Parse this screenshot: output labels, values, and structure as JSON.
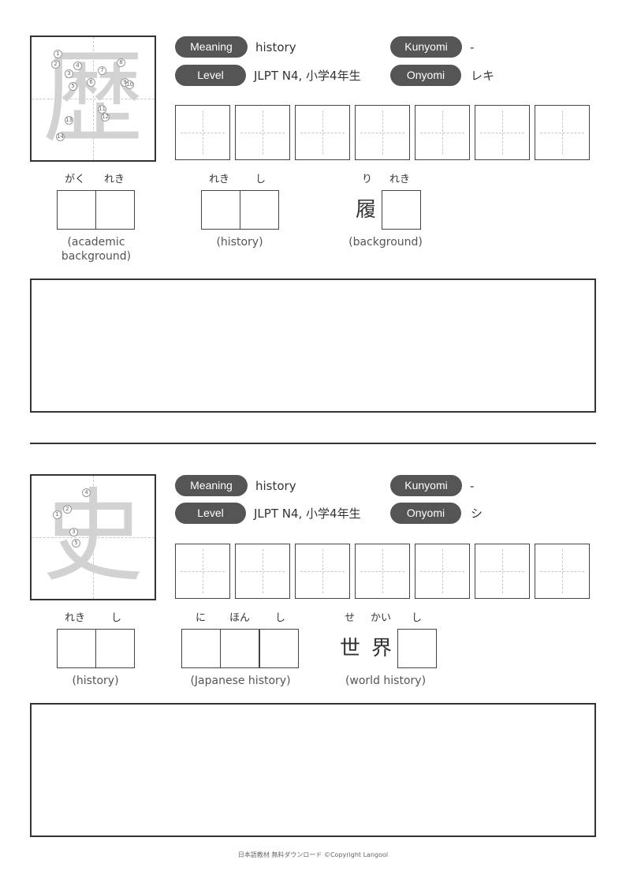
{
  "labels": {
    "meaning": "Meaning",
    "level": "Level",
    "kunyomi": "Kunyomi",
    "onyomi": "Onyomi"
  },
  "cards": [
    {
      "kanji": "歴",
      "meaning": "history",
      "level": "JLPT N4, 小学4年生",
      "kunyomi": "-",
      "onyomi": "レキ",
      "stroke_labels": [
        "1",
        "2",
        "3",
        "4",
        "5",
        "6",
        "7",
        "8",
        "9",
        "10",
        "11",
        "12",
        "13",
        "14"
      ],
      "words": [
        {
          "readings": [
            "がく",
            "れき"
          ],
          "cells": [
            "",
            ""
          ],
          "gloss": "(academic background)"
        },
        {
          "readings": [
            "れき",
            "し"
          ],
          "cells": [
            "",
            ""
          ],
          "gloss": "(history)"
        },
        {
          "readings": [
            "り",
            "れき"
          ],
          "cells": [
            "履",
            ""
          ],
          "gloss": "(background)"
        }
      ]
    },
    {
      "kanji": "史",
      "meaning": "history",
      "level": "JLPT N4, 小学4年生",
      "kunyomi": "-",
      "onyomi": "シ",
      "stroke_labels": [
        "1",
        "2",
        "3",
        "4",
        "5"
      ],
      "words": [
        {
          "readings": [
            "れき",
            "し"
          ],
          "cells": [
            "",
            ""
          ],
          "gloss": "(history)"
        },
        {
          "readings": [
            "に",
            "ほん",
            "し"
          ],
          "cells": [
            "",
            "",
            ""
          ],
          "gloss": "(Japanese history)"
        },
        {
          "readings": [
            "せ",
            "かい",
            "し"
          ],
          "cells": [
            "世",
            "界",
            ""
          ],
          "gloss": "(world history)"
        }
      ]
    }
  ],
  "footer": "日本語教材 無料ダウンロード ©Copyright Langool"
}
